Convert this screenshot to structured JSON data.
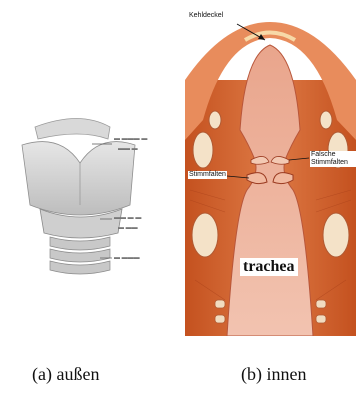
{
  "labels": {
    "kehldeckel": "Kehldeckel",
    "falsche_stimmfalten": "Falsche Stimmfalten",
    "stimmfalten": "Stimmfalten",
    "trachea": "trachea"
  },
  "captions": {
    "a": "(a) außen",
    "b": "(b) innen"
  }
}
